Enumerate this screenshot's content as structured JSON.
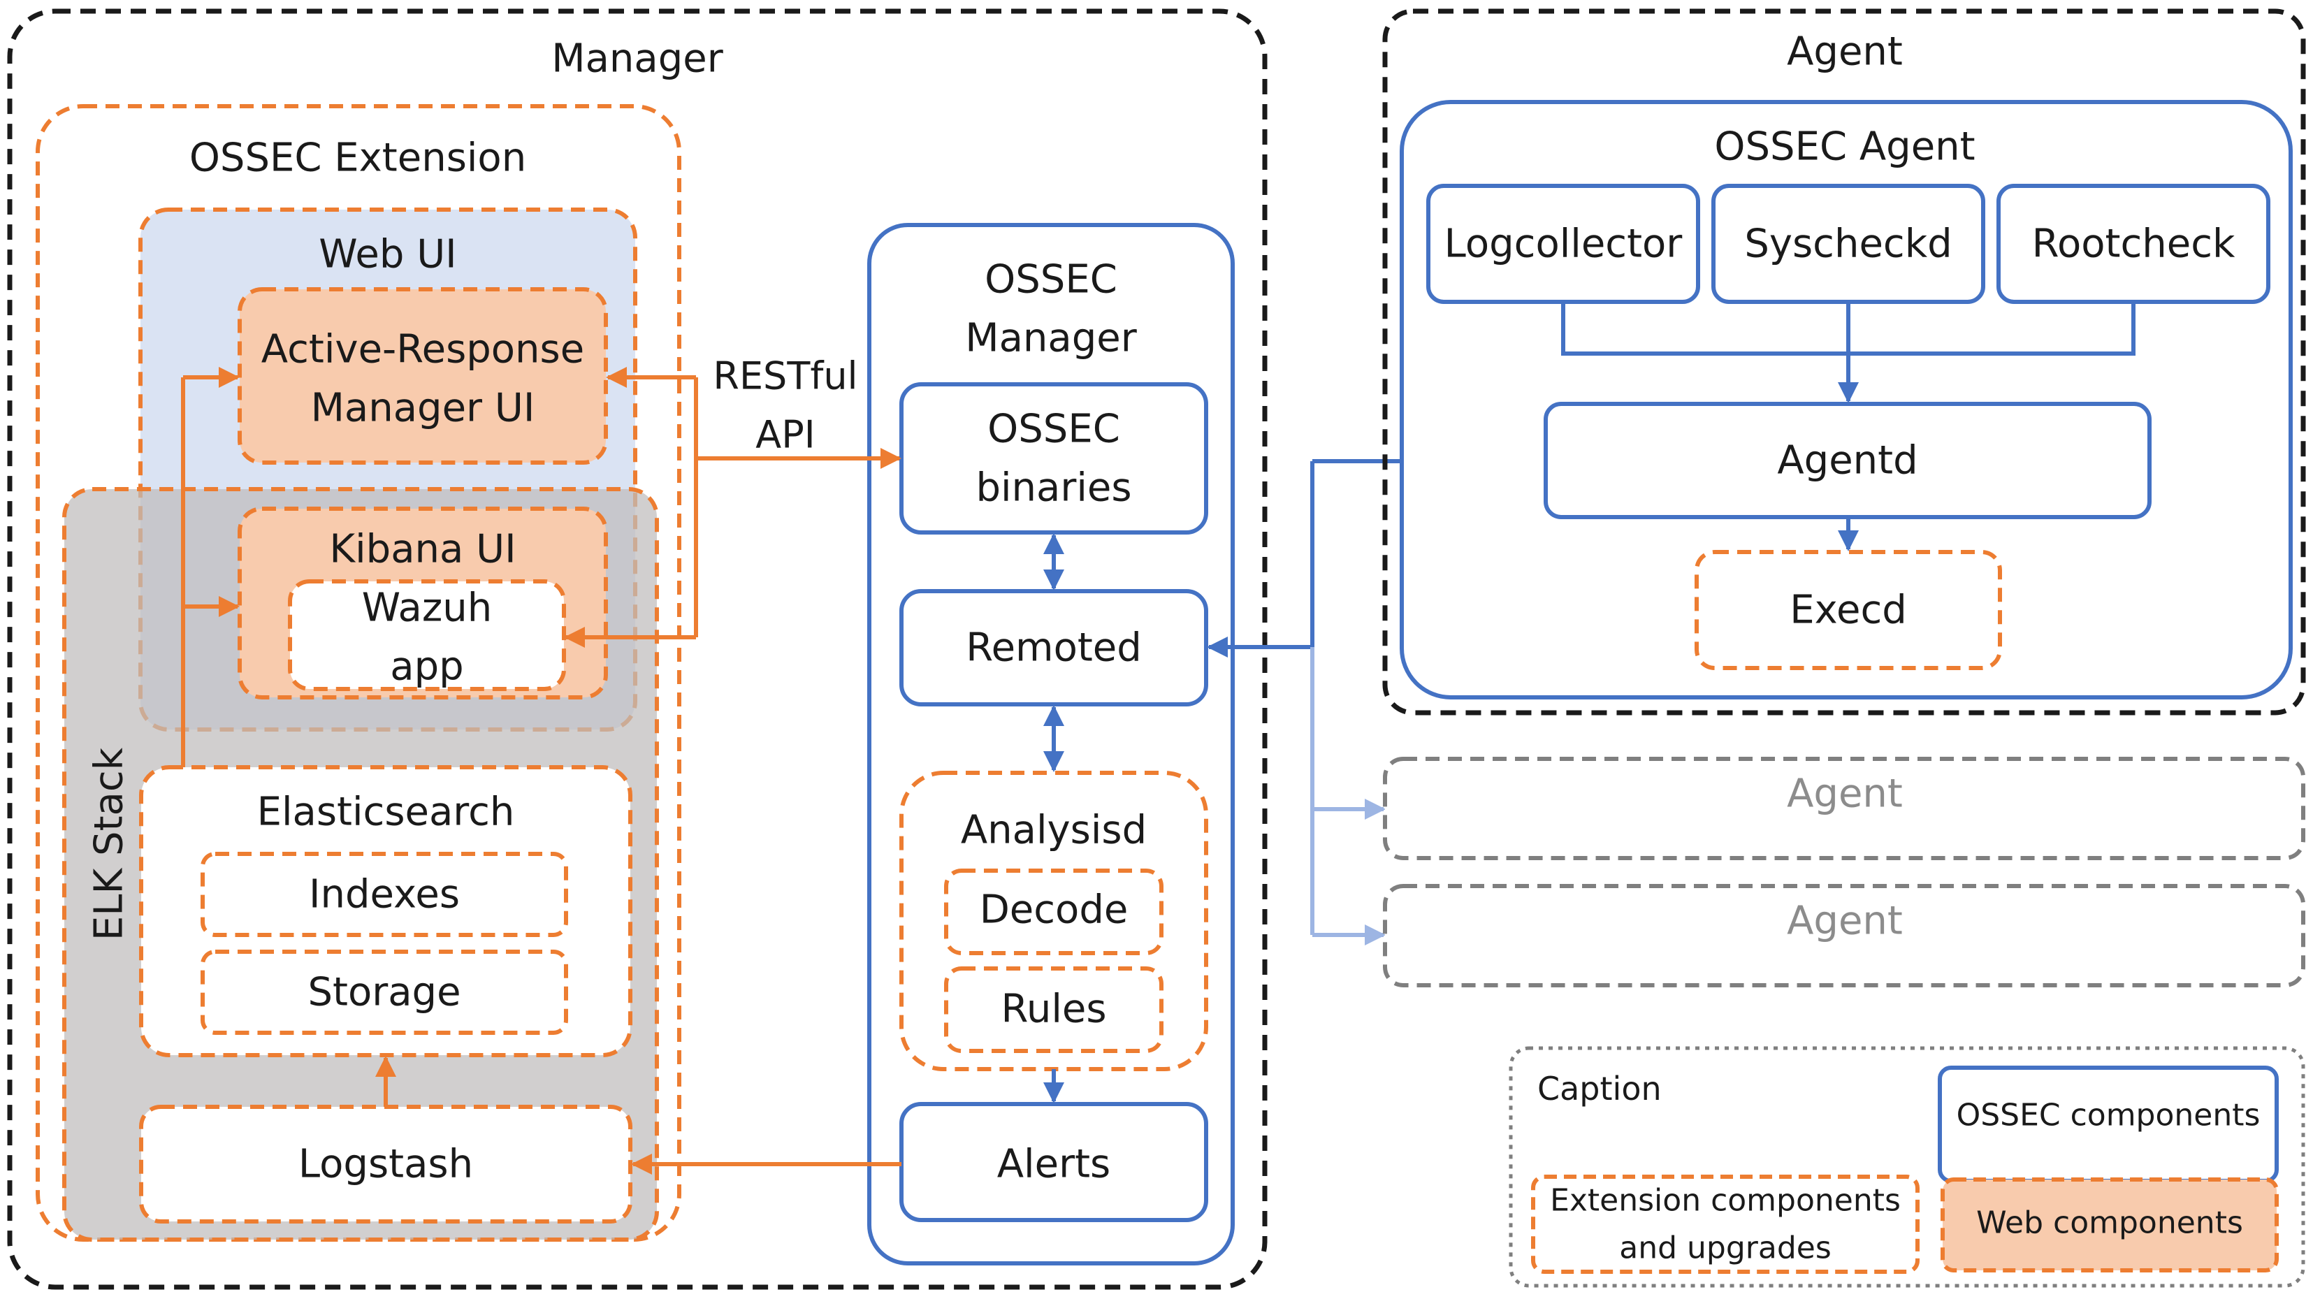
{
  "colors": {
    "orange": "#ED7D31",
    "blue": "#4472C4",
    "light_blue_fill": "#DAE3F3",
    "grey_fill": "#D0CECE",
    "web_fill": "#F8CBAD",
    "light_blue_line": "#9DB5E3",
    "grey_border": "#7F7F7F",
    "grey_text": "#8C8C8C",
    "black": "#1A1A1A"
  },
  "manager": {
    "title": "Manager",
    "extension": {
      "title": "OSSEC Extension",
      "web_ui": {
        "title": "Web UI",
        "ar_manager_ui": {
          "line1": "Active-Response",
          "line2": "Manager UI"
        }
      },
      "elk": {
        "title": "ELK Stack",
        "kibana": {
          "title": "Kibana UI",
          "wazuh_line1": "Wazuh",
          "wazuh_line2": "app"
        },
        "elasticsearch": {
          "title": "Elasticsearch",
          "indexes": "Indexes",
          "storage": "Storage"
        },
        "logstash": "Logstash"
      }
    },
    "restful_api": {
      "line1": "RESTful",
      "line2": "API"
    },
    "ossec_manager": {
      "title_line1": "OSSEC",
      "title_line2": "Manager",
      "binaries": {
        "line1": "OSSEC",
        "line2": "binaries"
      },
      "remoted": "Remoted",
      "analysisd": {
        "title": "Analysisd",
        "decode": "Decode",
        "rules": "Rules"
      },
      "alerts": "Alerts"
    }
  },
  "agent": {
    "title": "Agent",
    "ossec_agent": {
      "title": "OSSEC Agent",
      "logcollector": "Logcollector",
      "syscheckd": "Syscheckd",
      "rootcheck": "Rootcheck",
      "agentd": "Agentd",
      "execd": "Execd"
    }
  },
  "other_agents": [
    "Agent",
    "Agent"
  ],
  "caption": {
    "title": "Caption",
    "ossec_components": "OSSEC components",
    "extension_line1": "Extension components",
    "extension_line2": "and upgrades",
    "web_components": "Web components"
  }
}
